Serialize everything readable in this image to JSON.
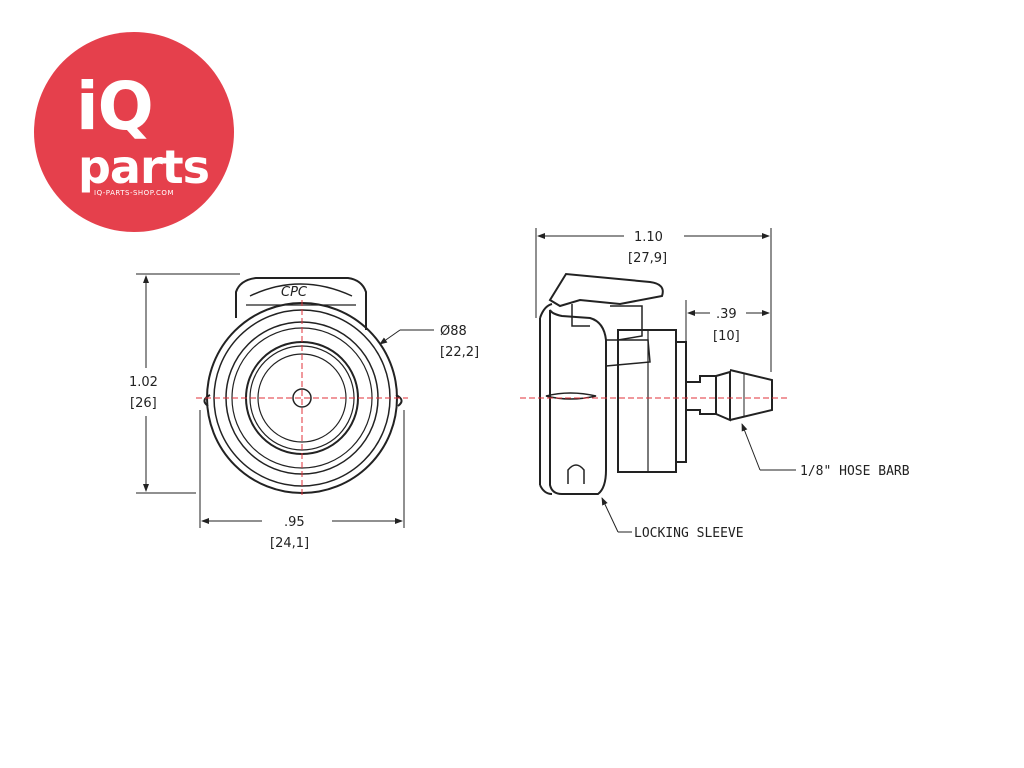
{
  "logo": {
    "line1": "iQ",
    "line2": "parts",
    "url": "IQ-PARTS-SHOP.COM",
    "color": "#e5404c"
  },
  "front_view": {
    "height": {
      "inch": "1.02",
      "mm": "[26]"
    },
    "width": {
      "inch": ".95",
      "mm": "[24,1]"
    },
    "diameter": {
      "inch": "Ø88",
      "mm": "[22,2]"
    },
    "cap_text": "CPC"
  },
  "side_view": {
    "length": {
      "inch": "1.10",
      "mm": "[27,9]"
    },
    "barb_length": {
      "inch": ".39",
      "mm": "[10]"
    },
    "callout_barb": "1/8\" HOSE BARB",
    "callout_sleeve": "LOCKING SLEEVE"
  },
  "colors": {
    "line": "#222222",
    "centerline": "#e0303a"
  }
}
